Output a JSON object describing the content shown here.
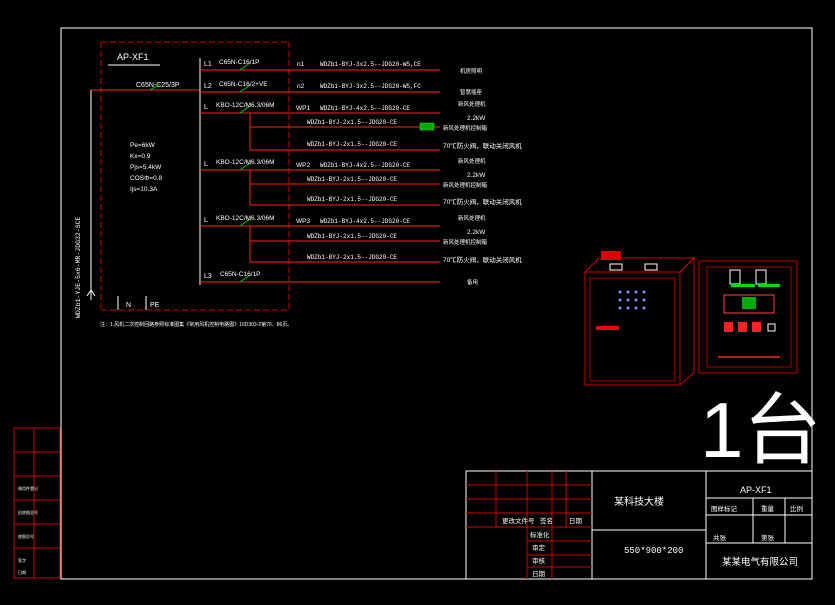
{
  "colors": {
    "background": "#000000",
    "frame": "#ffffff",
    "circuit_red": "#ff2020",
    "breaker_green": "#00c000",
    "text": "#ffffff",
    "title_block_red": "#ff0000"
  },
  "panel": {
    "name": "AP-XF1",
    "incoming_breaker": "C65N-C25/3P",
    "incoming_cable": "WDZb1-YJE-5x6-MR-JDG32-SCE",
    "load_params": [
      "Pe=6kW",
      "Kx=0.9",
      "Pjs=5.4kW",
      "COSΦ=0.8",
      "Ijs=10.3A"
    ],
    "bus_labels": {
      "n": "N",
      "pe": "PE"
    },
    "note": "注：1.风机二次控制回路参照标准图集《常用风机控制电路图》16D303-2第79、86页。"
  },
  "circuits": [
    {
      "phase": "L1",
      "breaker": "C65N-C16/1P",
      "id": "n1",
      "cable": "WDZb1-BYJ-3x2.5--JDG20-WS,CE",
      "load": "机房照明"
    },
    {
      "phase": "L2",
      "breaker": "C65N-C16/2+VE",
      "id": "n2",
      "cable": "WDZb1-BYJ-3x2.5--JDG20-WS,FC",
      "load": "智慧插座"
    },
    {
      "phase": "L",
      "breaker": "KBO-12C/M6.3/06M",
      "id": "WP1",
      "cable": "WDZb1-BYJ-4x2.5--JDG20-CE",
      "load": "新风处理机",
      "power": "2.2kW",
      "sub_cables": [
        "WDZb1-BYJ-2x1.5--JDG20-CE",
        "WDZb1-BYJ-2x1.5--JDG20-CE"
      ],
      "sub_loads": [
        "新风处理机控制箱",
        "70℃防火阀，联动关闭风机"
      ]
    },
    {
      "phase": "L",
      "breaker": "KBO-12C/M6.3/06M",
      "id": "WP2",
      "cable": "WDZb1-BYJ-4x2.5--JDG20-CE",
      "load": "新风处理机",
      "power": "2.2kW",
      "sub_cables": [
        "WDZb1-BYJ-2x1.5--JDG20-CE",
        "WDZb1-BYJ-2x1.5--JDG20-CE"
      ],
      "sub_loads": [
        "新风处理机控制箱",
        "70℃防火阀，联动关闭风机"
      ]
    },
    {
      "phase": "L",
      "breaker": "KBO-12C/M6.3/06M",
      "id": "WP3",
      "cable": "WDZb1-BYJ-4x2.5--JDG20-CE",
      "load": "新风处理机",
      "power": "2.2kW",
      "sub_cables": [
        "WDZb1-BYJ-2x1.5--JDG20-CE",
        "WDZb1-BYJ-2x1.5--JDG20-CE"
      ],
      "sub_loads": [
        "新风处理机控制箱",
        "70℃防火阀，联动关闭风机"
      ]
    },
    {
      "phase": "L3",
      "breaker": "C65N-C16/1P",
      "id": "",
      "cable": "",
      "load": "备用"
    }
  ],
  "quantity": "1台",
  "title_block": {
    "project": "某科技大楼",
    "drawing_no": "AP-XF1",
    "dimensions": "550*900*200",
    "company": "某某电气有限公司",
    "row_headers": [
      "更改文件号",
      "签名",
      "日期"
    ],
    "approvals": [
      "标准化",
      "审定",
      "审核",
      "日期"
    ],
    "stage_headers": [
      "图样标记",
      "重量",
      "比例"
    ],
    "sheet_info": [
      "共张",
      "第张"
    ]
  },
  "side_stamp": [
    "借用件登记",
    "旧底图总号",
    "底图总号",
    "签字",
    "日期"
  ]
}
